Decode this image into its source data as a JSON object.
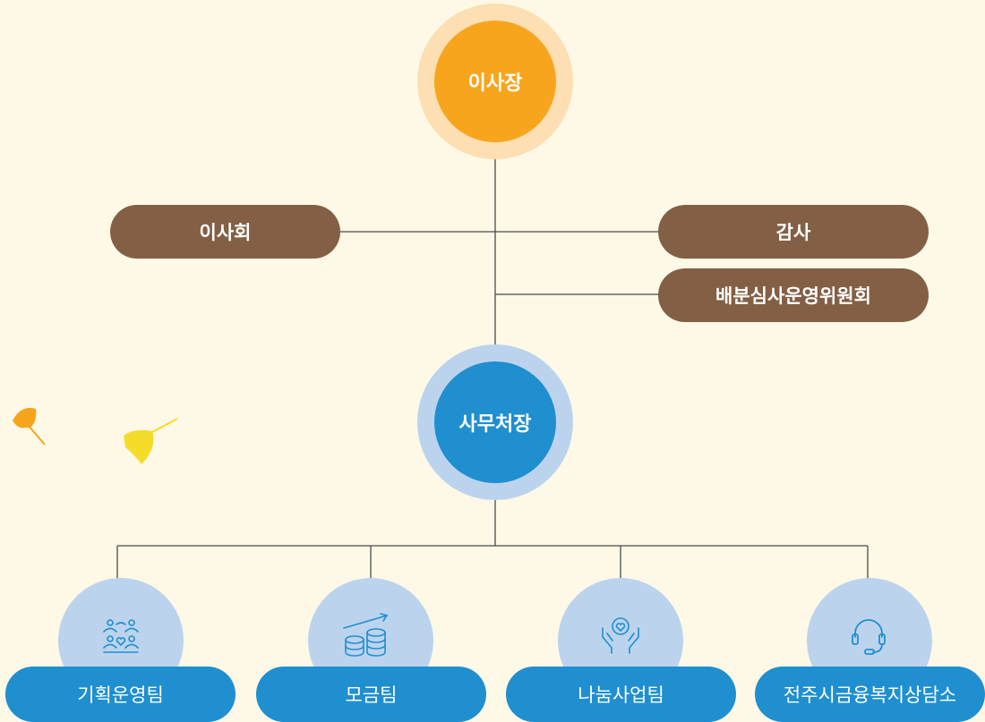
{
  "chairman": {
    "label": "이사장"
  },
  "board": {
    "label": "이사회"
  },
  "audit": {
    "label": "감사"
  },
  "committee": {
    "label": "배분심사운영위원회"
  },
  "director": {
    "label": "사무처장"
  },
  "teams": [
    {
      "label": "기획운영팀",
      "icon": "people-heart-icon"
    },
    {
      "label": "모금팀",
      "icon": "coins-growth-icon"
    },
    {
      "label": "나눔사업팀",
      "icon": "hands-heart-icon"
    },
    {
      "label": "전주시금융복지상담소",
      "icon": "headset-icon"
    }
  ],
  "colors": {
    "background": "#fdf9e6",
    "chairman": "#f8a51e",
    "chairman_ring": "#fddfb3",
    "director": "#1f8fd0",
    "director_ring": "#bcd3ee",
    "brown_pill": "#835f45",
    "team_pill": "#1f8fd0",
    "team_circle": "#bcd3ee",
    "line": "#4a4a4a"
  }
}
